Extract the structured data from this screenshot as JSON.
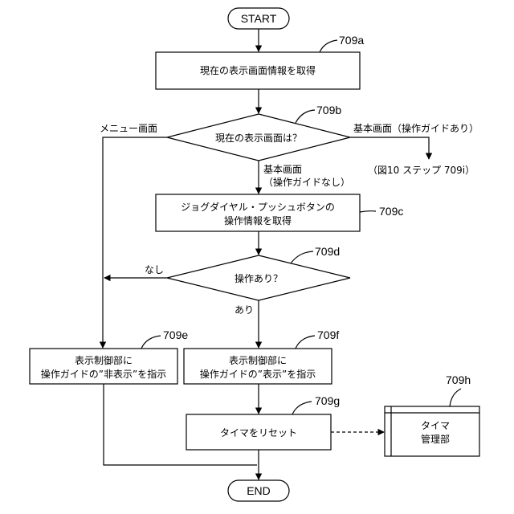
{
  "start": "START",
  "end": "END",
  "step_a": {
    "ref": "709a",
    "text": "現在の表示画面情報を取得"
  },
  "step_b": {
    "ref": "709b",
    "question": "現在の表示画面は？",
    "branch_left": "メニュー画面",
    "branch_right": "基本画面（操作ガイドあり）",
    "branch_down_line1": "基本画面",
    "branch_down_line2": "（操作ガイドなし）",
    "offpage": "（図10 ステップ 709i）"
  },
  "step_c": {
    "ref": "709c",
    "line1": "ジョグダイヤル・プッシュボタンの",
    "line2": "操作情報を取得"
  },
  "step_d": {
    "ref": "709d",
    "question": "操作あり？",
    "branch_no": "なし",
    "branch_yes": "あり"
  },
  "step_e": {
    "ref": "709e",
    "line1": "表示制御部に",
    "line2": "操作ガイドの”非表示”を指示"
  },
  "step_f": {
    "ref": "709f",
    "line1": "表示制御部に",
    "line2": "操作ガイドの”表示”を指示"
  },
  "step_g": {
    "ref": "709g",
    "text": "タイマをリセット"
  },
  "step_h": {
    "ref": "709h",
    "line1": "タイマ",
    "line2": "管理部"
  }
}
